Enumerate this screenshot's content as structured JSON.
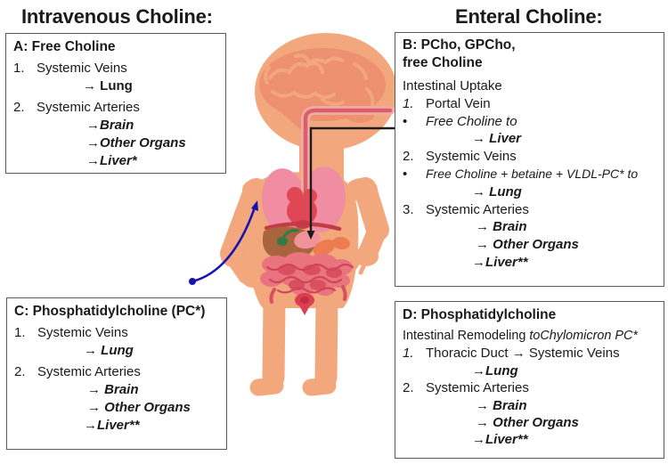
{
  "headings": {
    "left": "Intravenous Choline:",
    "right": "Enteral Choline:"
  },
  "box_a": {
    "title": "A: Free Choline",
    "lines": [
      {
        "marker": "1.",
        "text": "Systemic Veins"
      },
      {
        "text": "→ Lung"
      },
      {
        "marker": "2.",
        "text": "Systemic Arteries"
      },
      {
        "text": "→Brain"
      },
      {
        "text": "→Other Organs"
      },
      {
        "text": "→Liver*"
      }
    ]
  },
  "box_b": {
    "title_line1": "B: PCho, GPCho,",
    "title_line2": "free Choline",
    "subtitle": "Intestinal Uptake",
    "lines": [
      {
        "marker": "1.",
        "text": "Portal Vein"
      },
      {
        "marker": "•",
        "text": "Free Choline to"
      },
      {
        "text": "→ Liver"
      },
      {
        "marker": "2.",
        "text": "Systemic Veins"
      },
      {
        "marker": "•",
        "text": "Free Choline + betaine + VLDL-PC* to"
      },
      {
        "text": "→ Lung"
      },
      {
        "marker": "3.",
        "text": "Systemic Arteries"
      },
      {
        "text": "→ Brain"
      },
      {
        "text": "→ Other Organs"
      },
      {
        "text": "→Liver**"
      }
    ]
  },
  "box_c": {
    "title": "C: Phosphatidylcholine (PC*)",
    "lines": [
      {
        "marker": "1.",
        "text": "Systemic Veins"
      },
      {
        "text": "→ Lung"
      },
      {
        "marker": "2.",
        "text": "Systemic Arteries"
      },
      {
        "text": "→ Brain"
      },
      {
        "text": "→ Other Organs"
      },
      {
        "text": "→Liver**"
      }
    ]
  },
  "box_d": {
    "title": "D: Phosphatidylcholine",
    "subtitle_regular": "Intestinal Remodeling ",
    "subtitle_italic": "toChylomicron PC*",
    "lines": [
      {
        "marker": "1.",
        "text": "Thoracic Duct → Systemic Veins"
      },
      {
        "text": "→Lung"
      },
      {
        "marker": "2.",
        "text": "Systemic Arteries"
      },
      {
        "text": "→ Brain"
      },
      {
        "text": "→ Other Organs"
      },
      {
        "text": "→Liver**"
      }
    ]
  },
  "figure": {
    "colors": {
      "skin": "#f3a77c",
      "brain": "#ed9170",
      "brainLine": "#f3a77c",
      "esophOuter": "#f2aaa4",
      "esophInner": "#d95f6b",
      "lung": "#f08da2",
      "heart": "#df4755",
      "heartDark": "#c93a49",
      "diaphragm": "#c23b45",
      "liver": "#a7643d",
      "gallbladder": "#2f7b47",
      "stomach": "#f2939b",
      "organOrange": "#ed7d50",
      "intestine": "#ea7380",
      "intestineDark": "#d8505f",
      "intestineLine": "#ce4557",
      "bladder": "#dc3e52",
      "bladderDark": "#c22c40",
      "arrowBlack": "#1c1c1c",
      "arrowBlue": "#1813b0",
      "boxBorder": "#5a5a5a",
      "text": "#1a1a1a"
    }
  }
}
